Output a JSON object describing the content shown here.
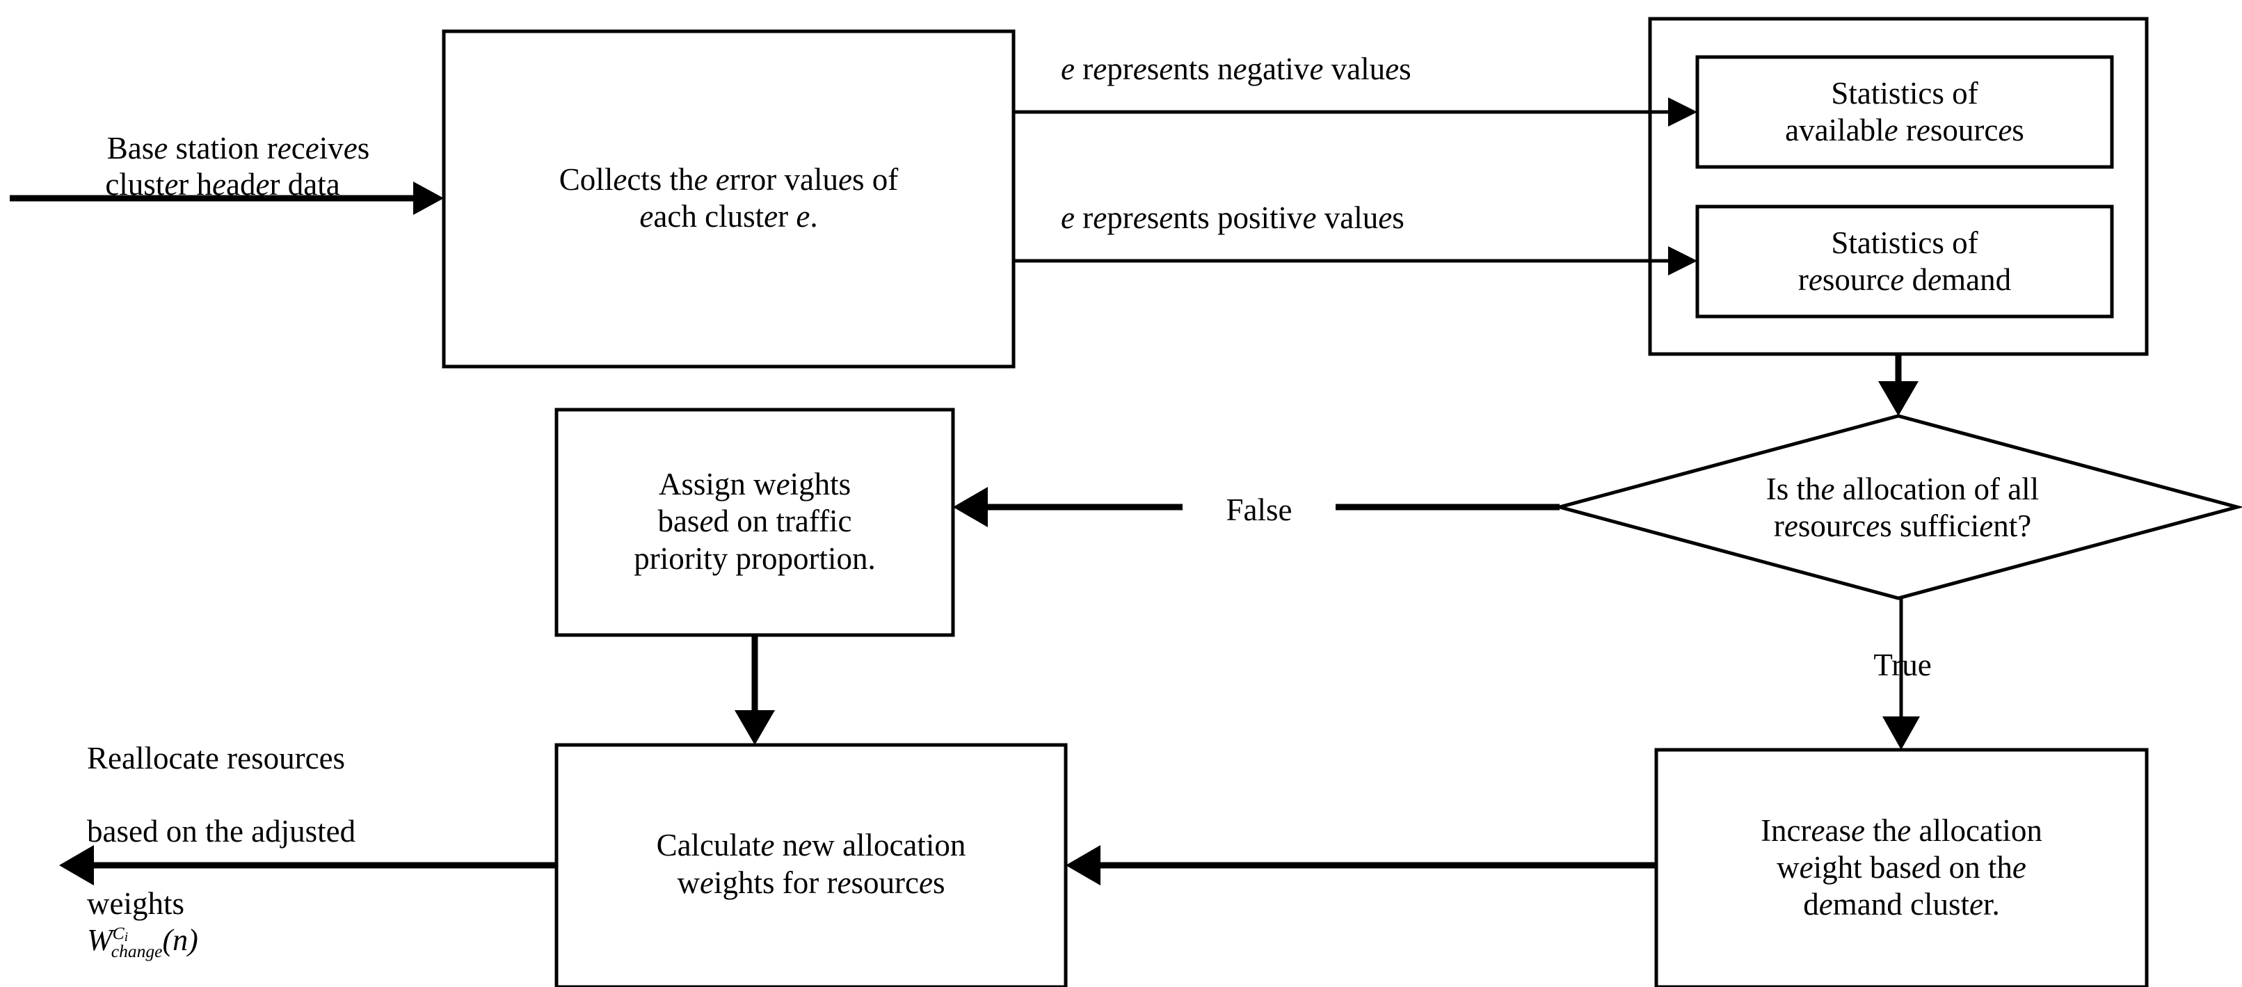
{
  "diagram": {
    "type": "flowchart",
    "title": "Resource reallocation flowchart",
    "background_color": "#ffffff",
    "line_color": "#000000",
    "nodes": [
      {
        "id": "collect",
        "shape": "rectangle",
        "lines": [
          "Collects the error values of",
          "each cluster e."
        ]
      },
      {
        "id": "stats-available",
        "shape": "rectangle",
        "lines": [
          "Statistics of",
          "available resources"
        ]
      },
      {
        "id": "stats-demand",
        "shape": "rectangle",
        "lines": [
          "Statistics of",
          "resource demand"
        ]
      },
      {
        "id": "decision",
        "shape": "diamond",
        "lines": [
          "Is the allocation of all",
          "resources sufficient?"
        ]
      },
      {
        "id": "assign-weights",
        "shape": "rectangle",
        "lines": [
          "Assign weights",
          "based on traffic",
          "priority proportion."
        ]
      },
      {
        "id": "increase-weight",
        "shape": "rectangle",
        "lines": [
          "Increase the allocation",
          "weight based on the",
          "demand cluster."
        ]
      },
      {
        "id": "calculate-weights",
        "shape": "rectangle",
        "lines": [
          "Calculate new allocation",
          "weights for resources"
        ]
      }
    ],
    "edge_labels": {
      "input": [
        "Base station receives",
        "cluster header data"
      ],
      "negative": "e represents negative values",
      "positive": "e represents positive values",
      "decision_false": "False",
      "decision_true": "True",
      "output": [
        "Reallocate resources",
        "based on the adjusted",
        "weights"
      ],
      "output_formula": {
        "base": "W",
        "superscript": "C",
        "superscript_sub": "i",
        "subscript": "change",
        "argument": "(n)"
      }
    },
    "italic_symbol": "e"
  }
}
